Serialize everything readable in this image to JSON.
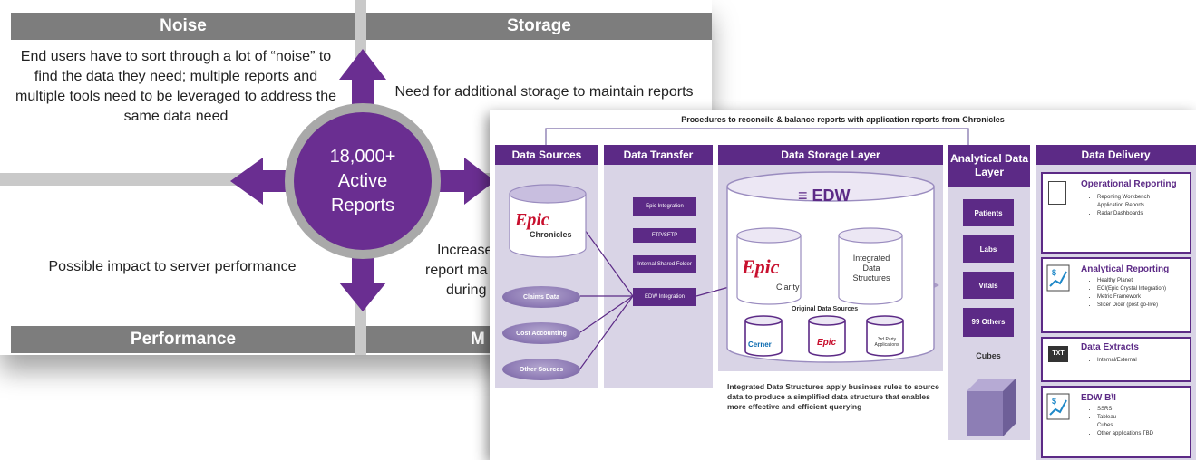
{
  "quadrants": {
    "noise": {
      "header": "Noise",
      "text": "End users have to sort through a lot of “noise” to find the data they need; multiple reports and multiple tools need to be leveraged to address the same data need"
    },
    "storage": {
      "header": "Storage",
      "text": "Need for additional storage to maintain reports"
    },
    "performance": {
      "header": "Performance",
      "text": "Possible impact to server performance"
    },
    "maintenance": {
      "header_partial": "M",
      "text_lines": [
        "Increase",
        "report ma",
        "during s"
      ]
    },
    "center": {
      "line1": "18,000+",
      "line2": "Active",
      "line3": "Reports"
    }
  },
  "architecture": {
    "top_banner": "Procedures to reconcile & balance reports with application reports from Chronicles",
    "columns": {
      "data_sources": "Data Sources",
      "data_transfer": "Data Transfer",
      "data_storage": "Data Storage Layer",
      "analytical": "Analytical Data Layer",
      "delivery": "Data Delivery"
    },
    "sources": {
      "epic_logo": "Epic",
      "chronicles": "Chronicles",
      "pills": [
        "Claims Data",
        "Cost Accounting",
        "Other Sources"
      ]
    },
    "transfer_boxes": [
      "Epic Integration",
      "FTP/SFTP",
      "Internal Shared Folder",
      "EDW Integration"
    ],
    "storage": {
      "edw_label": "EDW",
      "clarity_logo": "Epic",
      "clarity": "Clarity",
      "integrated": "Integrated Data Structures",
      "original_sources": "Original Data Sources",
      "cerner": "Cerner",
      "epic_small": "Epic",
      "third_party": "3rd Party Applications",
      "footnote": "Integrated Data Structures apply business rules to source data to produce a simplified data structure that enables more effective and efficient querying"
    },
    "analytical_items": [
      "Patients",
      "Labs",
      "Vitals",
      "99 Others"
    ],
    "cubes_label": "Cubes",
    "delivery": [
      {
        "title": "Operational Reporting",
        "items": [
          "Reporting Workbench",
          "Application Reports",
          "Radar Dashboards"
        ],
        "icon": "document-icon"
      },
      {
        "title": "Analytical Reporting",
        "items": [
          "Healthy Planet",
          "ECI(Epic Crystal Integration)",
          "Metric Framework",
          "Slicer Dicer (post go-live)"
        ],
        "icon": "chart-dollar-icon"
      },
      {
        "title": "Data Extracts",
        "items": [
          "Internal/External"
        ],
        "icon": "txt-file-icon"
      },
      {
        "title": "EDW B\\I",
        "items": [
          "SSRS",
          "Tableau",
          "Cubes",
          "Other applications TBD"
        ],
        "icon": "chart-dollar-icon"
      }
    ],
    "txt_icon_label": "TXT"
  },
  "colors": {
    "purple": "#5c2a86",
    "gray_header": "#7d7d7d",
    "lavender": "#d9d4e6",
    "epic_red": "#c8102e"
  }
}
